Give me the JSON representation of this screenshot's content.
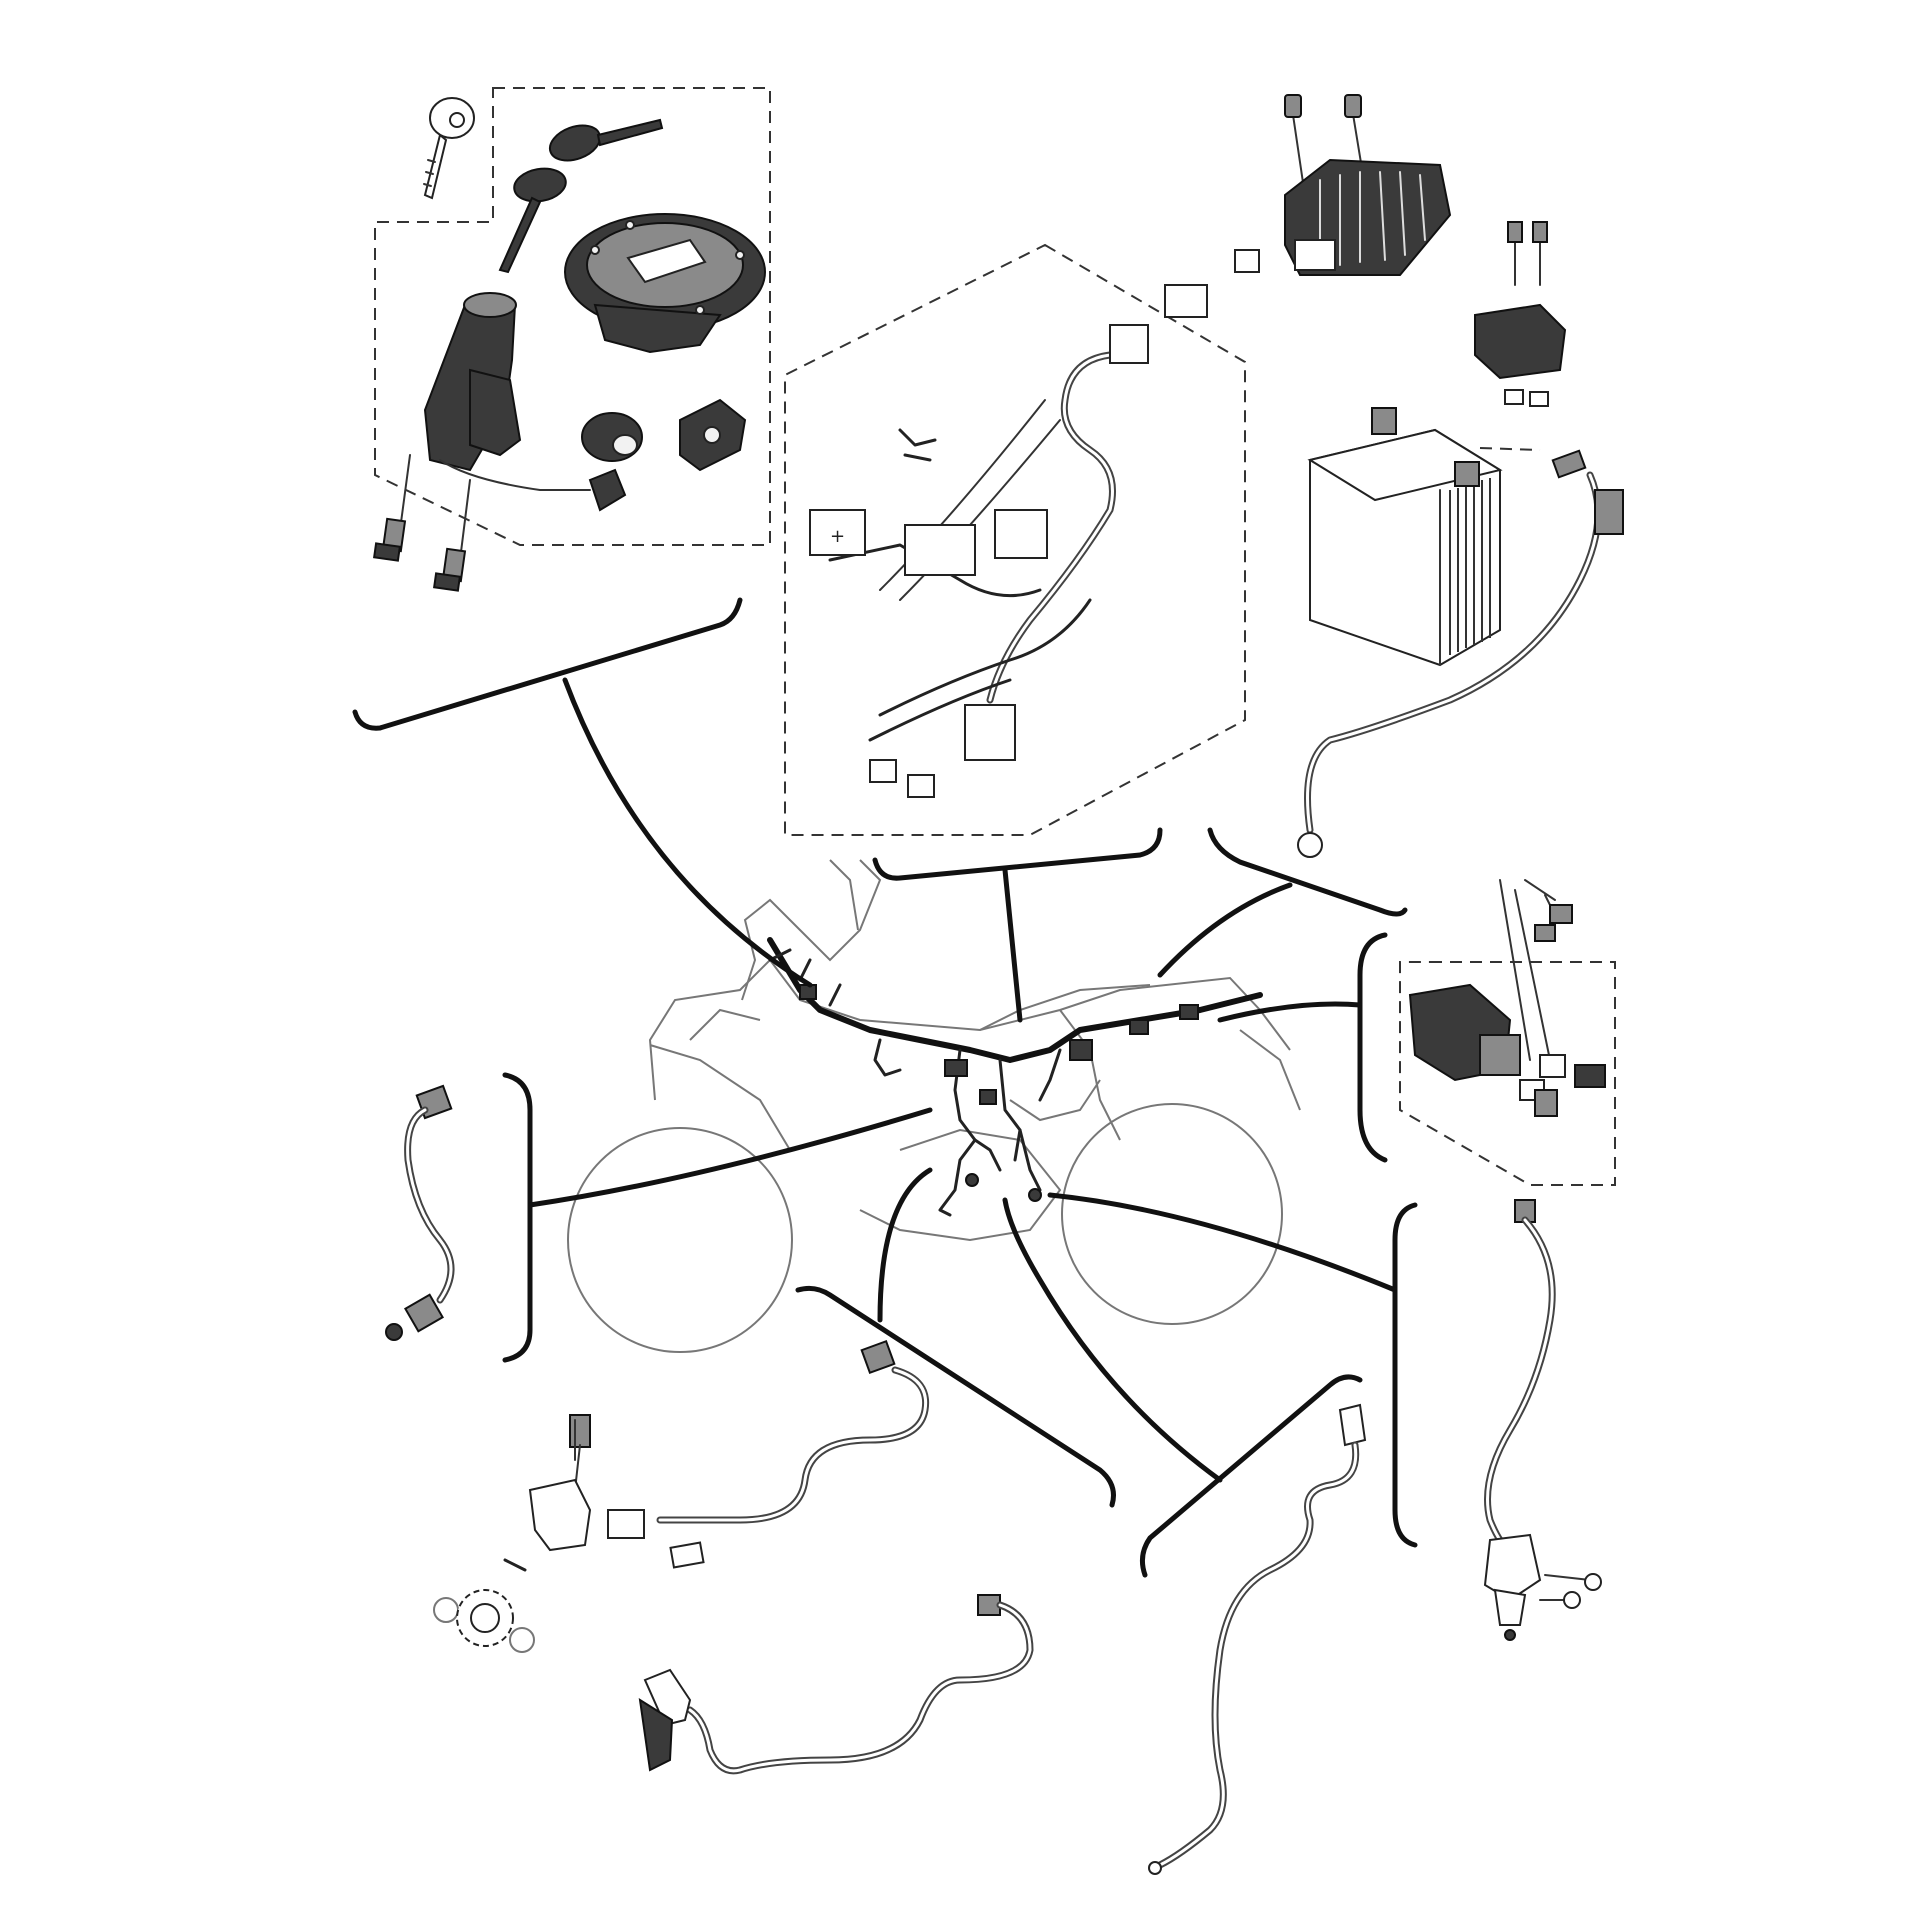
{
  "diagram": {
    "colors": {
      "background": "#ffffff",
      "line": "#111111",
      "part_dark": "#3a3a3a",
      "part_mid": "#8a8a8a"
    },
    "components": [
      {
        "id": "ignition-set",
        "icon": "key-ignition-icon"
      },
      {
        "id": "main-harness",
        "icon": "connector-icon"
      },
      {
        "id": "rectifier-regulator",
        "icon": "regulator-icon"
      },
      {
        "id": "starter-relay",
        "icon": "relay-icon"
      },
      {
        "id": "battery",
        "icon": "battery-icon"
      },
      {
        "id": "relay-unit",
        "icon": "relay-icon"
      },
      {
        "id": "neutral-switch",
        "icon": "sensor-icon"
      },
      {
        "id": "speed-sensor",
        "icon": "sensor-icon"
      },
      {
        "id": "oil-level-switch",
        "icon": "switch-icon"
      },
      {
        "id": "ground-lead",
        "icon": "wire-icon"
      },
      {
        "id": "sidestand-switch",
        "icon": "switch-icon"
      }
    ]
  }
}
